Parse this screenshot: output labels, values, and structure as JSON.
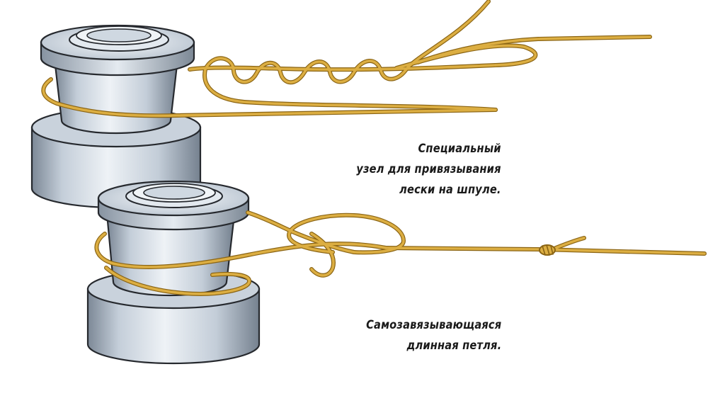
{
  "captions": {
    "special_knot": {
      "line1": "Специальный",
      "line2": "узел для привязывания",
      "line3": "лески на шпуле."
    },
    "self_tightening_loop": {
      "line1": "Самозавязывающаяся",
      "line2": "длинная петля."
    }
  },
  "colors": {
    "line": "#d9a93a",
    "line_shadow": "#8a6414",
    "spool_light": "#dde5ee",
    "spool_mid": "#b3bfcc",
    "spool_dark": "#6e7b8a",
    "outline": "#26292e"
  },
  "icons": {
    "upper_figure": "spool-with-special-knot-icon",
    "lower_figure": "spool-with-long-loop-icon"
  }
}
